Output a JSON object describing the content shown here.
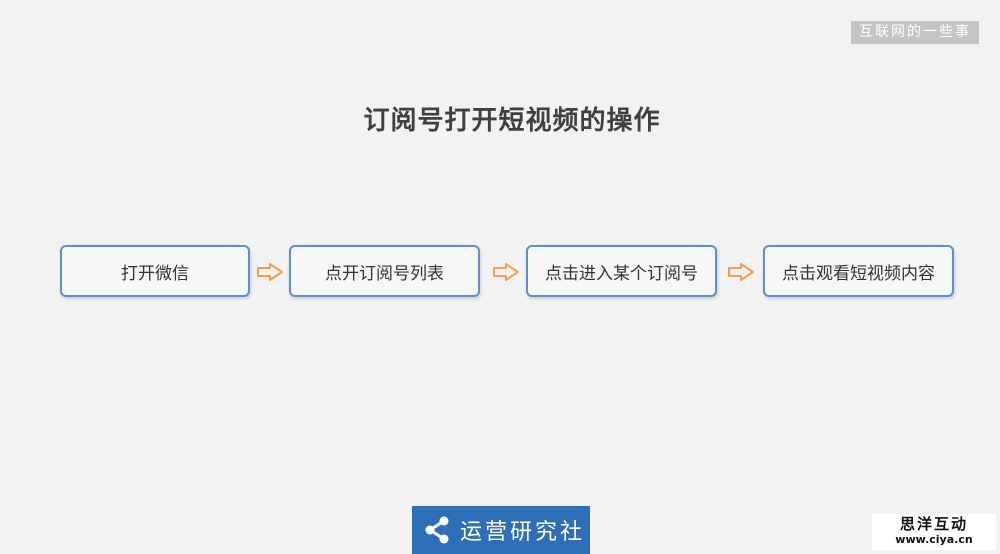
{
  "watermark": "互联网的一些事",
  "title": "订阅号打开短视频的操作",
  "steps": [
    {
      "label": "打开微信"
    },
    {
      "label": "点开订阅号列表"
    },
    {
      "label": "点击进入某个订阅号"
    },
    {
      "label": "点击观看短视频内容"
    }
  ],
  "colors": {
    "background": "#f2f2f2",
    "box_border": "#5b8fd0",
    "arrow": "#f0a050",
    "logo_bg": "#2f6fb8"
  },
  "icons": {
    "arrow": "hollow-right-arrow-icon",
    "logo": "share-icon"
  },
  "logo": {
    "text": "运营研究社"
  },
  "brand": {
    "name": "思洋互动",
    "url": "www.ciya.cn"
  }
}
